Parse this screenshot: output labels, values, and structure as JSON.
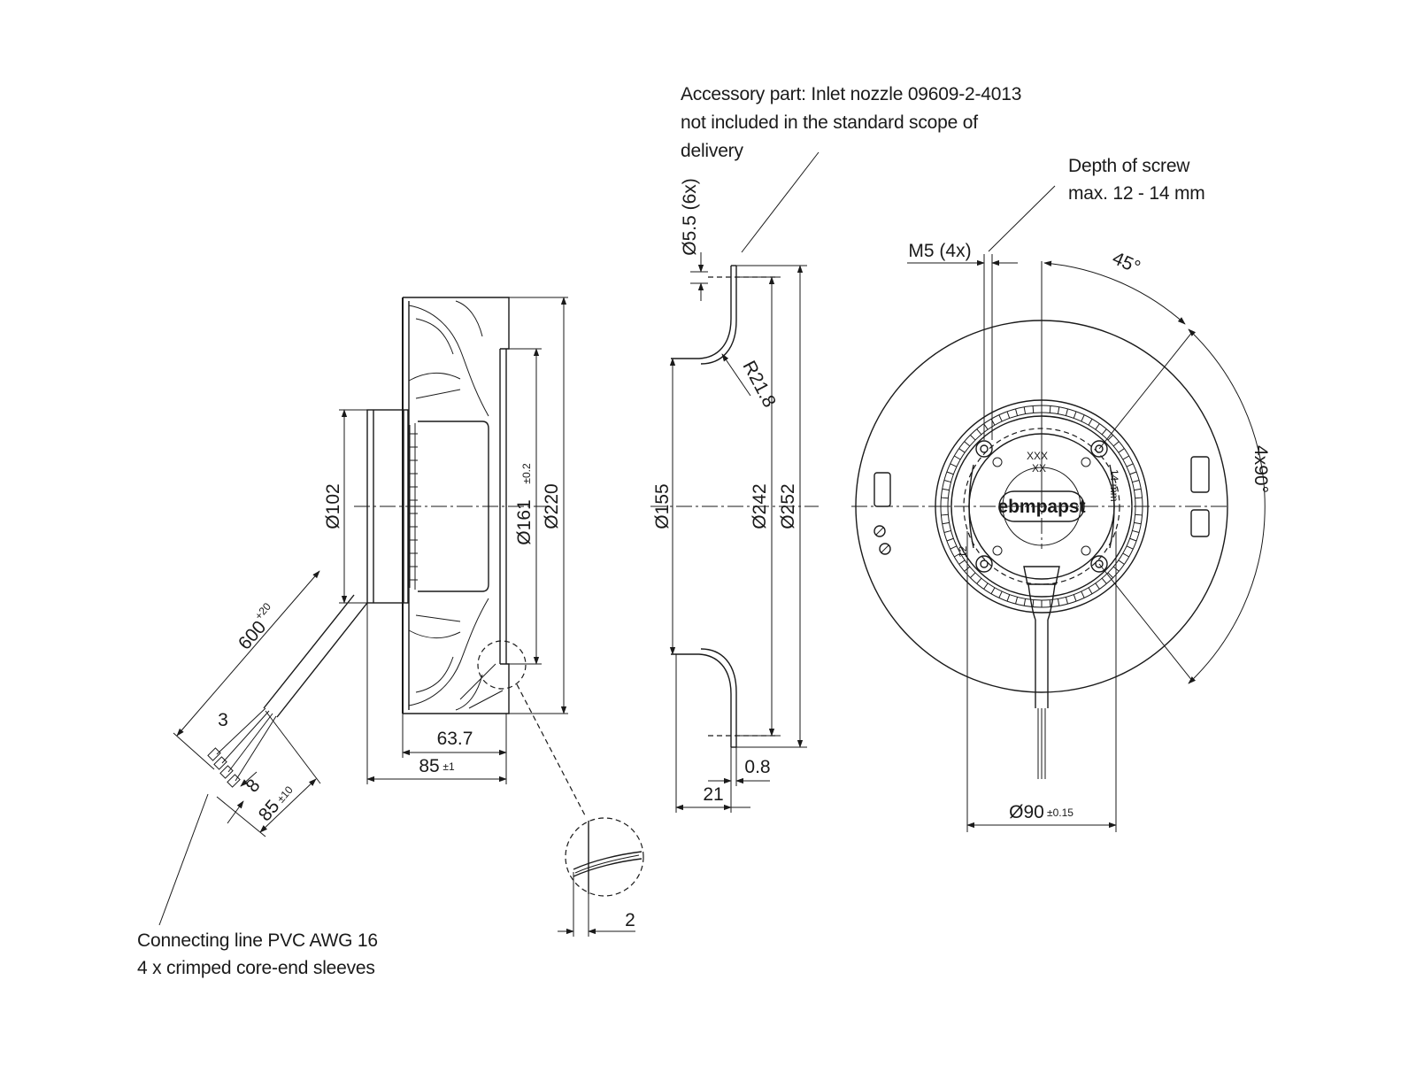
{
  "notes": {
    "accessory_line1": "Accessory part: Inlet nozzle 09609-2-4013",
    "accessory_line2": "not included in the standard scope of",
    "accessory_line3": "delivery",
    "screw_line1": "Depth of screw",
    "screw_line2": "max. 12 - 14 mm",
    "cable_line1": "Connecting line PVC AWG 16",
    "cable_line2": "4 x crimped core-end sleeves"
  },
  "dimensions": {
    "d102": "Ø102",
    "d161": "Ø161",
    "d161_tol": "±0.2",
    "d220": "Ø220",
    "l600": "600",
    "l600_tol": "+20",
    "n3": "3",
    "n8": "8",
    "l85c": "85",
    "l85c_tol": "±10",
    "l63_7": "63.7",
    "l85": "85",
    "l85_tol": "±1",
    "d5_5": "Ø5.5 (6x)",
    "r21_8": "R21.8",
    "d155": "Ø155",
    "d242": "Ø242",
    "d252": "Ø252",
    "t0_8": "0.8",
    "l21": "21",
    "l2": "2",
    "m5": "M5 (4x)",
    "a45": "45°",
    "a4x90": "4x90°",
    "d90": "Ø90",
    "d90_tol": "±0.15"
  },
  "logo": {
    "brand": "ebmpapst",
    "small_marks": [
      "XXX",
      "XX",
      "12",
      "14 mm"
    ]
  }
}
